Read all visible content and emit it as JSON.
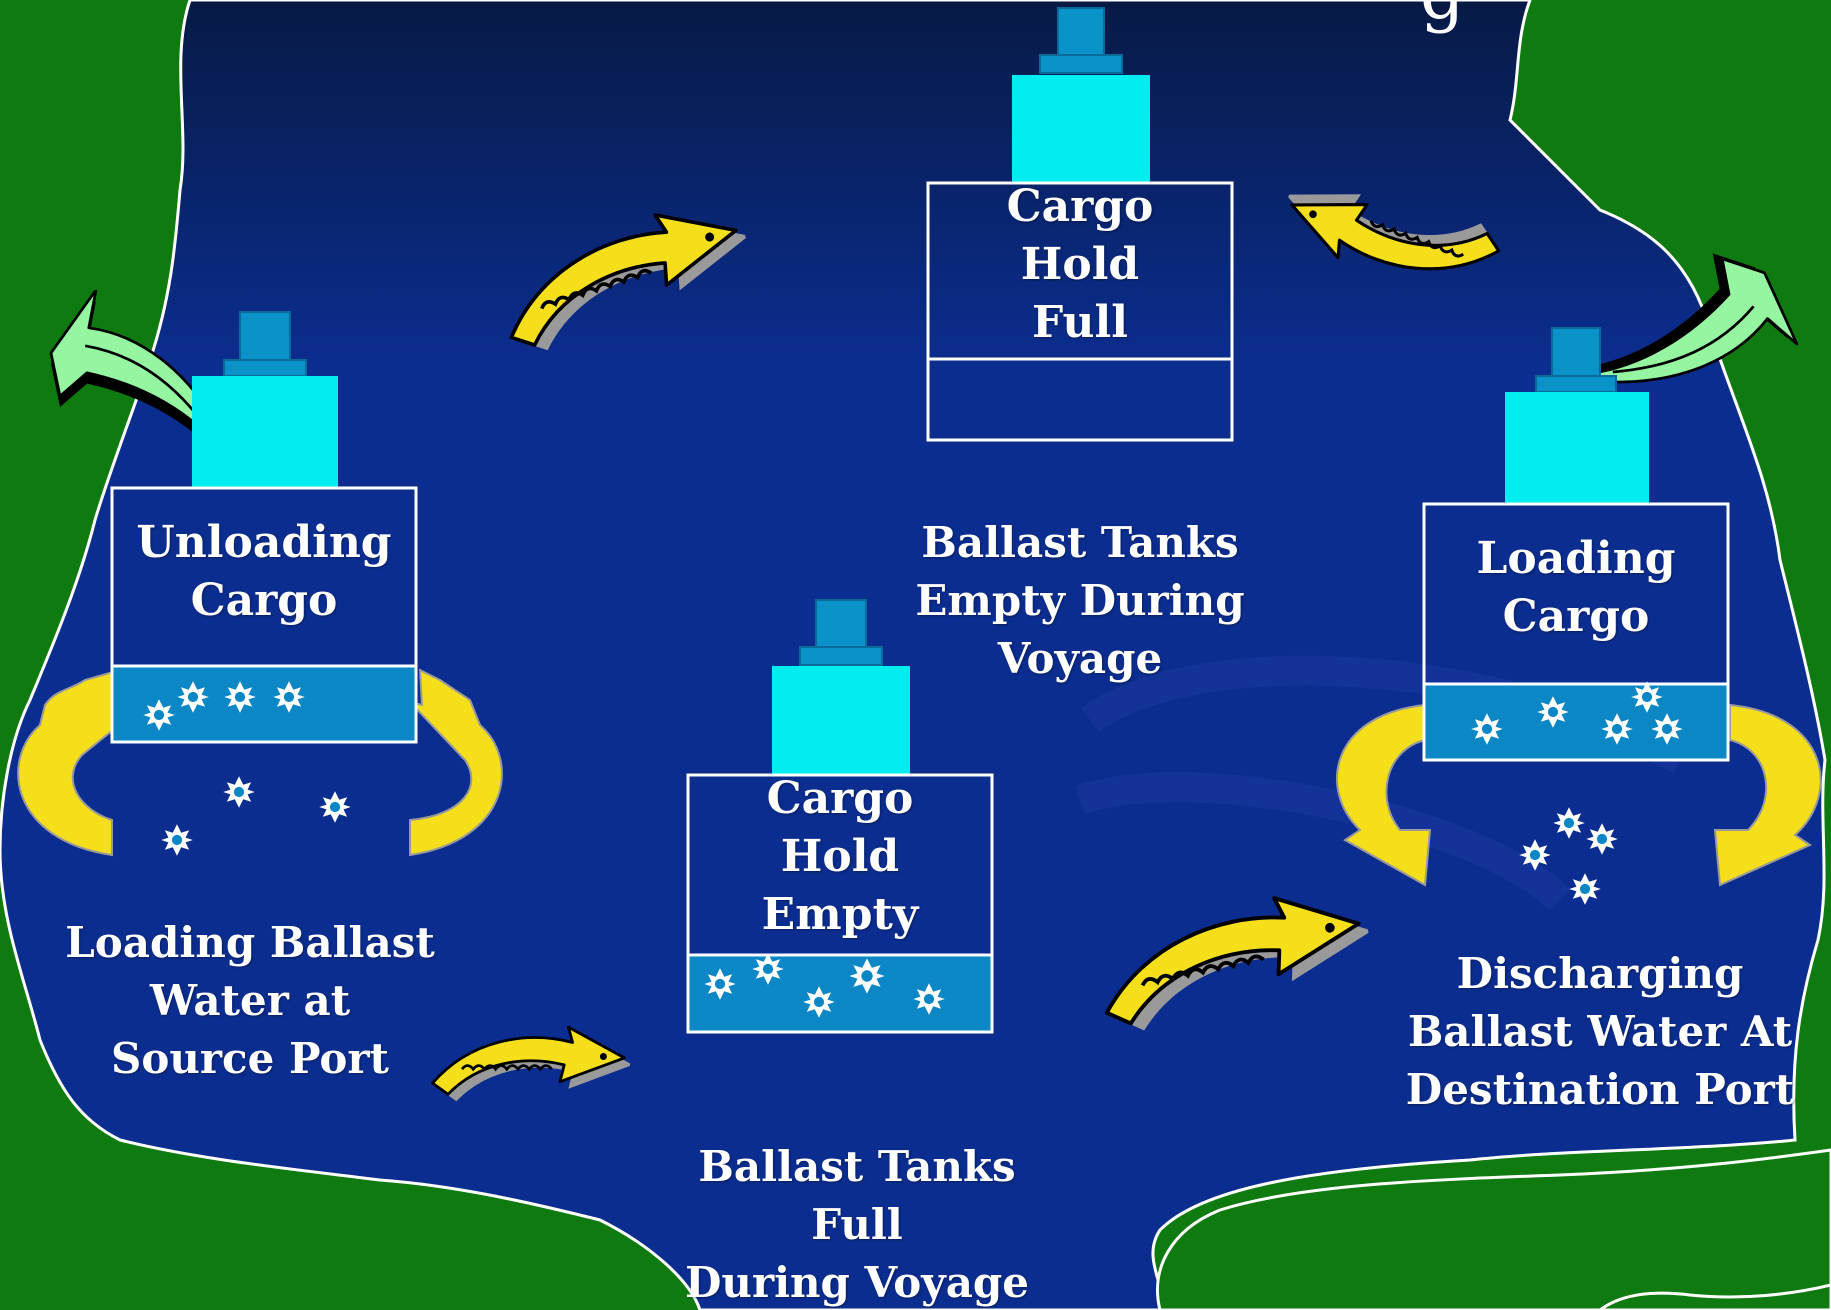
{
  "colors": {
    "land": "#0f7a0f",
    "sea_top": "#071a45",
    "sea": "#0b2d8f",
    "cargo_hold_border": "#ffffff",
    "ballast_tank": "#0a87c4",
    "superstructure": "#00eef0",
    "funnel": "#0a93c9",
    "yellow_arrow": "#f5df1a",
    "green_arrow": "#96f5a0",
    "ballast_organism": "#ffffff"
  },
  "icons": [
    "yellow-arrow-icon",
    "green-arrow-icon",
    "curved-yellow-arrow-icon",
    "organism-icon"
  ],
  "title_fragment": "g",
  "ships": {
    "full": {
      "hold_lines": [
        "Cargo",
        "Hold",
        "Full"
      ]
    },
    "unloading": {
      "hold_lines": [
        "Unloading",
        "Cargo"
      ]
    },
    "empty": {
      "hold_lines": [
        "Cargo",
        "Hold",
        "Empty"
      ]
    },
    "loading": {
      "hold_lines": [
        "Loading",
        "Cargo"
      ]
    }
  },
  "captions": {
    "ballast_empty": [
      "Ballast Tanks",
      "Empty During",
      "Voyage"
    ],
    "loading_ballast": [
      "Loading Ballast",
      "Water at",
      "Source Port"
    ],
    "discharging": [
      "Discharging",
      "Ballast Water At",
      "Destination Port"
    ],
    "ballast_full": [
      "Ballast Tanks",
      "Full",
      "During Voyage"
    ]
  }
}
